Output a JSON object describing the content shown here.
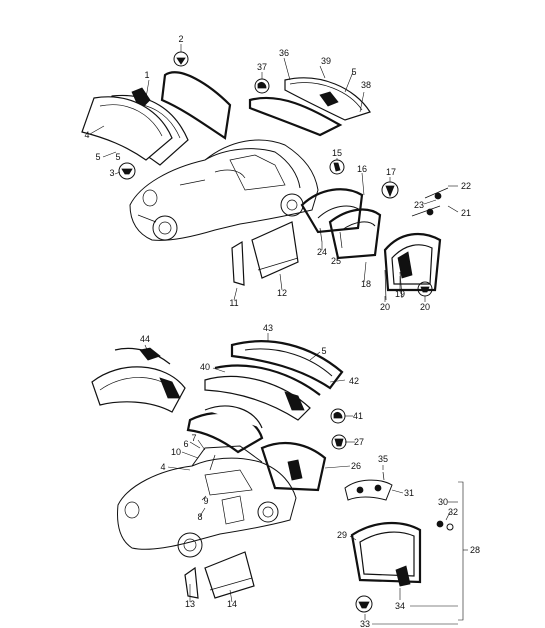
{
  "top_group": {
    "callouts": [
      "1",
      "2",
      "3",
      "4",
      "5",
      "5",
      "36",
      "37",
      "39",
      "5",
      "38",
      "15",
      "16",
      "17",
      "22",
      "23",
      "21",
      "24",
      "25",
      "11",
      "12",
      "18",
      "19",
      "20",
      "20"
    ]
  },
  "bottom_group": {
    "callouts": [
      "44",
      "43",
      "5",
      "40",
      "42",
      "41",
      "6",
      "7",
      "10",
      "27",
      "4",
      "26",
      "9",
      "8",
      "35",
      "31",
      "30",
      "32",
      "29",
      "28",
      "13",
      "14",
      "34",
      "33"
    ]
  },
  "icons": [
    "seal-profile-icon",
    "clip-icon",
    "rubber-section-icon"
  ]
}
